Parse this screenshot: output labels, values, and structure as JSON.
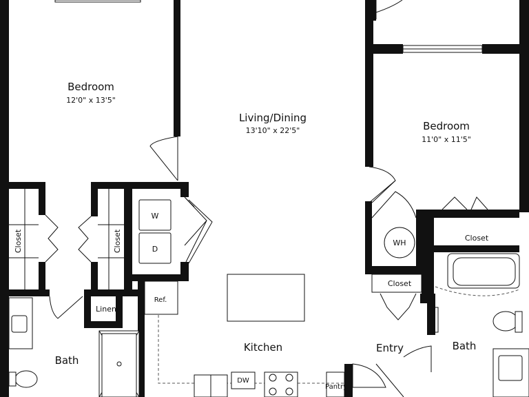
{
  "rooms": {
    "bedroom_left": {
      "name": "Bedroom",
      "dims": "12'0\" x 13'5\""
    },
    "living_dining": {
      "name": "Living/Dining",
      "dims": "13'10\" x 22'5\""
    },
    "bedroom_right": {
      "name": "Bedroom",
      "dims": "11'0\" x 11'5\""
    },
    "kitchen": {
      "name": "Kitchen"
    },
    "entry": {
      "name": "Entry"
    },
    "bath_left": {
      "name": "Bath"
    },
    "bath_right": {
      "name": "Bath"
    }
  },
  "fixtures": {
    "closet_1": "Closet",
    "closet_2": "Closet",
    "closet_3": "Closet",
    "closet_4": "Closet",
    "washer": "W",
    "dryer": "D",
    "water_heater": "WH",
    "linen": "Linen",
    "refrigerator": "Ref.",
    "dishwasher": "DW",
    "pantry": "Pantry"
  }
}
